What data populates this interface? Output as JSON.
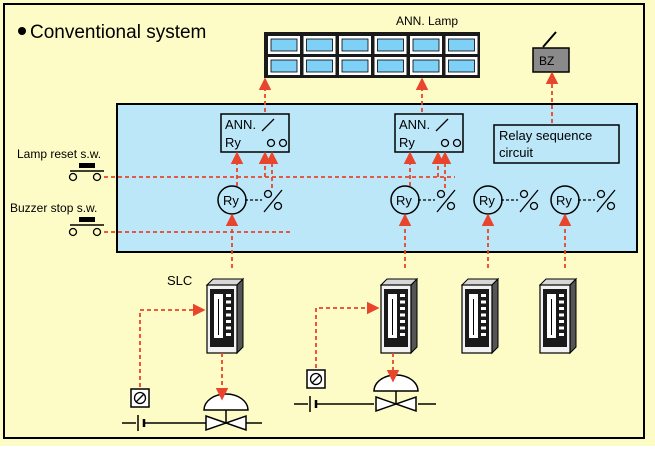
{
  "title": "Conventional system",
  "ann_lamp_label": "ANN. Lamp",
  "buzzer_label": "BZ",
  "lamp_reset_label": "Lamp reset s.w.",
  "buzzer_stop_label": "Buzzer stop s.w.",
  "relay_sequence_label_line1": "Relay sequence",
  "relay_sequence_label_line2": "circuit",
  "ann_relay_box_line1": "ANN.",
  "ann_relay_box_line2": "Ry",
  "relay_label": "Ry",
  "slc_label": "SLC",
  "colors": {
    "page_background": "#FDFCC6",
    "panel_fill": "#BCE7F9",
    "signal_line": "#E8452C",
    "lamp_cell": "#7FD0F6",
    "buzzer_fill": "#8A8A8A",
    "outline": "#000000"
  },
  "icons": [
    "bullet-icon",
    "relay-coil-icon",
    "relay-contact-icon",
    "push-switch-icon",
    "controller-icon",
    "valve-icon",
    "transmitter-icon",
    "battery-icon"
  ]
}
